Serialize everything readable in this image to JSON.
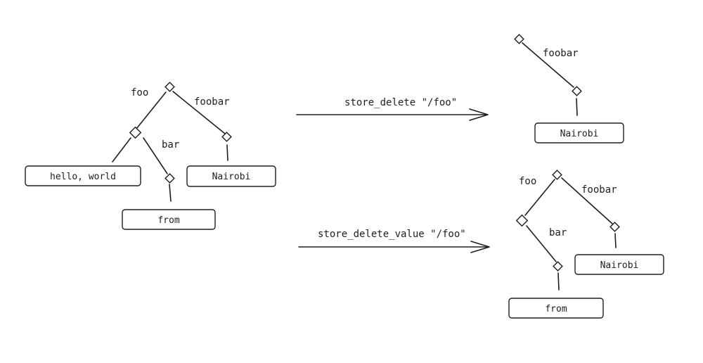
{
  "before": {
    "edge_labels": {
      "foo": "foo",
      "bar": "bar",
      "foobar": "foobar"
    },
    "leaves": {
      "hello": "hello, world",
      "from": "from",
      "nairobi": "Nairobi"
    }
  },
  "operation_top": {
    "label": "store_delete \"/foo\""
  },
  "after_top": {
    "edge_labels": {
      "foobar": "foobar"
    },
    "leaves": {
      "nairobi": "Nairobi"
    }
  },
  "operation_bottom": {
    "label": "store_delete_value \"/foo\""
  },
  "after_bottom": {
    "edge_labels": {
      "foo": "foo",
      "bar": "bar",
      "foobar": "foobar"
    },
    "leaves": {
      "from": "from",
      "nairobi": "Nairobi"
    }
  }
}
